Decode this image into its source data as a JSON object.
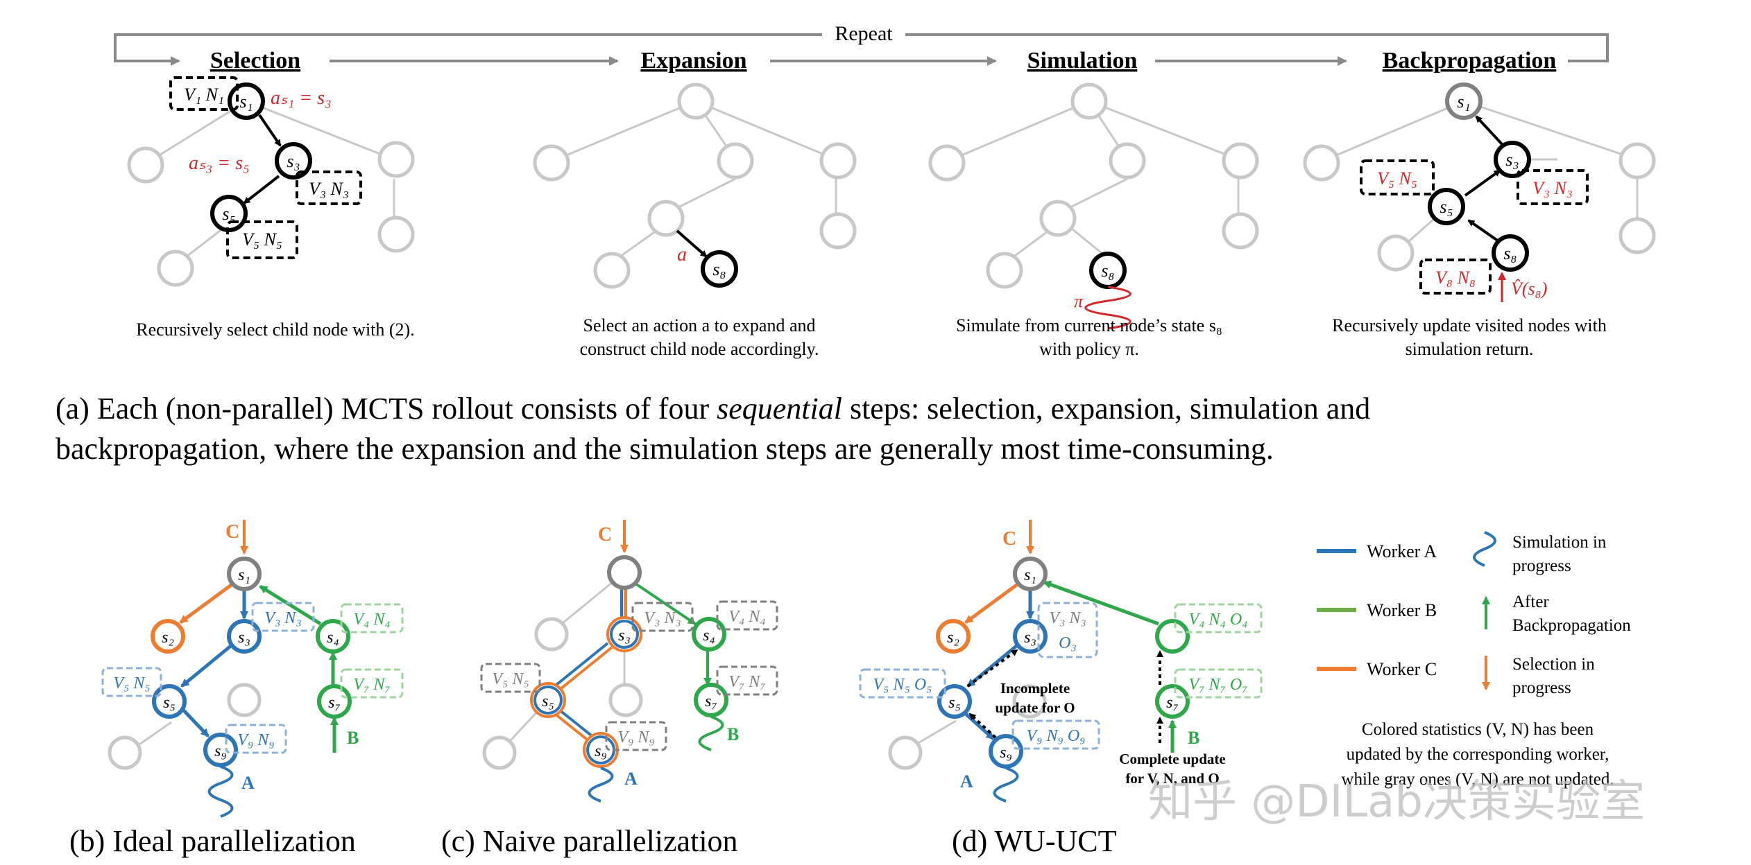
{
  "repeat_label": "Repeat",
  "steps": {
    "selection": "Selection",
    "expansion": "Expansion",
    "simulation": "Simulation",
    "backprop": "Backpropagation"
  },
  "top_captions": {
    "selection": "Recursively select child node with (2).",
    "expansion_1": "Select an action a to expand and",
    "expansion_2": "construct child node accordingly.",
    "simulation_1": "Simulate from current node’s state s₈",
    "simulation_2": "with policy π.",
    "backprop_1": "Recursively update visited nodes with",
    "backprop_2": "simulation return."
  },
  "panel_a_caption": {
    "line1_pre": "(a) Each (non-parallel) MCTS rollout consists of four ",
    "line1_em": "sequential",
    "line1_post": " steps:  selection, expansion, simulation and",
    "line2": "backpropagation, where the expansion and the simulation steps are generally most time-consuming."
  },
  "node_labels": {
    "s1": "s₁",
    "s2": "s₂",
    "s3": "s₃",
    "s4": "s₄",
    "s5": "s₅",
    "s7": "s₇",
    "s8": "s₈",
    "s9": "s₉"
  },
  "math_labels": {
    "as1": "aₛ₁ = s₃",
    "as3": "aₛ₃ = s₅",
    "a": "a",
    "pi": "π",
    "vhat": "V̂(s₈)",
    "V1N1": "V₁ N₁",
    "V3N3": "V₃ N₃",
    "V5N5": "V₅ N₅",
    "V8N8": "V₈ N₈",
    "V4N4": "V₄ N₄",
    "V7N7": "V₇ N₇",
    "V9N9": "V₉ N₉",
    "V3N3O3_1": "V₃ N₃",
    "O3": "O₃",
    "V4N4O4": "V₄ N₄ O₄",
    "V5N5O5": "V₅ N₅ O₅",
    "V7N7O7": "V₇ N₇ O₇",
    "V9N9O9": "V₉ N₉ O₉"
  },
  "workers": {
    "A": "A",
    "B": "B",
    "C": "C"
  },
  "wu_annotations": {
    "incomplete_1": "Incomplete",
    "incomplete_2": "update for O",
    "complete_1": "Complete update",
    "complete_2": "for V, N, and O"
  },
  "legend": {
    "worker_a": "Worker A",
    "worker_b": "Worker B",
    "worker_c": "Worker C",
    "sim_1": "Simulation in",
    "sim_2": "progress",
    "after_1": "After",
    "after_2": "Backpropagation",
    "sel_1": "Selection in",
    "sel_2": "progress",
    "note_1": "Colored statistics (V, N) has been",
    "note_2": "updated by the corresponding worker,",
    "note_3": "while gray ones (V, N) are not updated."
  },
  "sub_captions": {
    "b": "(b) Ideal parallelization",
    "c": "(c) Naive parallelization",
    "d": "(d) WU-UCT"
  },
  "watermark": "知乎 @DILab决策实验室",
  "colors": {
    "worker_a": "#2e75b6",
    "worker_b": "#2ea84a",
    "worker_c": "#ed7d31",
    "stat_red": "#d62728",
    "gray_node": "#c8c8c8",
    "gray_stat": "#7f7f7f"
  }
}
